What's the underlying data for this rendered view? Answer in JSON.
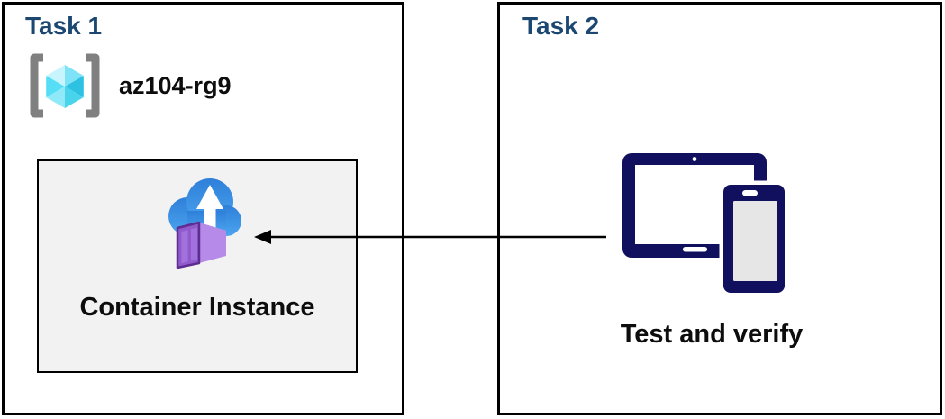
{
  "diagram": {
    "task1": {
      "title": "Task 1",
      "resource_group": {
        "name": "az104-rg9"
      },
      "container_instance": {
        "label": "Container Instance"
      }
    },
    "task2": {
      "title": "Task 2",
      "caption": "Test and verify"
    },
    "connector": {
      "type": "arrow",
      "direction": "right-to-left"
    }
  },
  "icons": {
    "resource_group": "brackets-cube-resource-group-icon",
    "container_instance": "cloud-upload-with-container-icon",
    "devices": "tablet-and-phone-icon",
    "connector": "left-arrow-icon"
  },
  "colors": {
    "title_blue": "#1B4771",
    "border_black": "#000000",
    "inner_box_bg": "#F2F2F2",
    "text_black": "#0d0d0d",
    "navy": "#10105F",
    "white": "#FFFFFF",
    "phone_screen": "#E6E6E6",
    "cloud_top": "#2E7FD9",
    "cloud_bottom": "#4CA5EF",
    "container_front": "#9059CC",
    "container_side": "#B68AE8",
    "container_top": "#C9A4F2",
    "container_door": "#A272DC",
    "container_outline": "#5E2D91",
    "bracket_gray": "#808080",
    "cube_tl": "#C8F5FD",
    "cube_tr": "#7EE3F6",
    "cube_r": "#2EC2E2",
    "cube_br": "#49D4EC",
    "cube_bl": "#8FE9F8",
    "cube_l": "#55DEF5",
    "arrow": "#000000"
  }
}
